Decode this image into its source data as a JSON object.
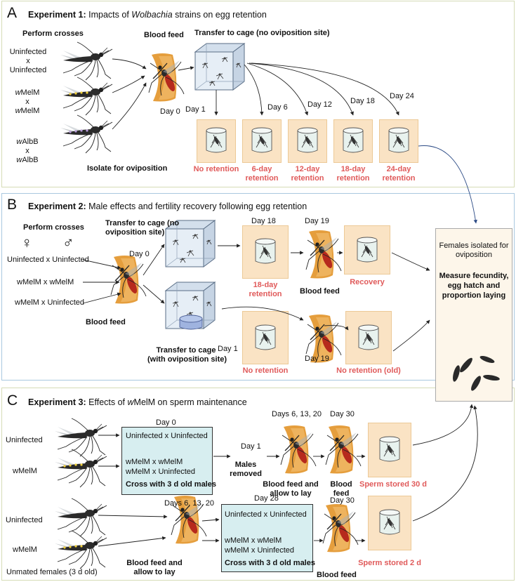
{
  "colors": {
    "tile_bg": "#fae3c4",
    "result_text": "#e05a5a",
    "blue_box": "#d7eef0",
    "panel_border_green": "#d5dcb6",
    "panel_border_blue": "#a9c8df",
    "mosquito_band_wmelm": "#f2d13a",
    "mosquito_band_walbb": "#b79ad8",
    "blood_abdomen": "#b62a1d"
  },
  "icons": [
    "mosquito-icon",
    "blood-feeding-mosquito-icon",
    "cage-icon",
    "oviposition-cup-icon",
    "egg-icon",
    "female-symbol-icon",
    "male-symbol-icon"
  ],
  "panel_a": {
    "letter": "A",
    "title_prefix": "Experiment 1:",
    "title_mid": " Impacts of ",
    "title_italic": "Wolbachia",
    "title_suffix": " strains on egg retention",
    "perform_crosses": "Perform crosses",
    "cross1_line1": "Uninfected",
    "cross1_x": "x",
    "cross1_line2": "Uninfected",
    "cross2_w": "w",
    "cross2_line1": "MelM",
    "cross2_x": "x",
    "cross2_line2": "MelM",
    "cross3_w": "w",
    "cross3_line1": "AlbB",
    "cross3_x": "x",
    "cross3_line2": "AlbB",
    "blood_feed": "Blood feed",
    "day0": "Day 0",
    "transfer": "Transfer to cage (no oviposition site)",
    "isolate": "Isolate for oviposition",
    "days": [
      "Day 1",
      "Day 6",
      "Day 12",
      "Day 18",
      "Day 24"
    ],
    "results": [
      "No retention",
      "6-day\nretention",
      "12-day\nretention",
      "18-day\nretention",
      "24-day\nretention"
    ]
  },
  "panel_b": {
    "letter": "B",
    "title_prefix": "Experiment 2:",
    "title_suffix": " Male effects and fertility recovery following egg retention",
    "perform_crosses": "Perform crosses",
    "female_symbol": "♀",
    "male_symbol": "♂",
    "cross1": "Uninfected x Uninfected",
    "cross2": "wMelM x wMelM",
    "cross3": "wMelM x Uninfected",
    "day0": "Day 0",
    "blood_feed": "Blood feed",
    "transfer_no_site": "Transfer to cage (no\noviposition site)",
    "transfer_with_site": "Transfer to cage\n(with oviposition site)",
    "day18": "Day 18",
    "day19_top": "Day 19",
    "day1": "Day 1",
    "day19_bottom": "Day 19",
    "retention_18": "18-day\nretention",
    "blood_feed_2": "Blood feed",
    "recovery": "Recovery",
    "no_retention": "No retention",
    "no_retention_old": "No retention (old)"
  },
  "output_box": {
    "isolated": "Females isolated for\noviposition",
    "measure": "Measure fecundity,\negg hatch and\nproportion laying"
  },
  "panel_c": {
    "letter": "C",
    "title_prefix": "Experiment 3:",
    "title_mid": " Effects of ",
    "title_italic": "w",
    "title_suffix": "MelM on sperm maintenance",
    "row1_uninfected": "Uninfected",
    "row1_wmelm": "wMelM",
    "day0": "Day 0",
    "box1_line1": "Uninfected x Uninfected",
    "box1_line2": "wMelM x wMelM",
    "box1_line3": "wMelM x Uninfected",
    "box1_bold": "Cross with 3 d old males",
    "day1": "Day 1",
    "males_removed": "Males\nremoved",
    "days_6_13_20": "Days 6, 13, 20",
    "day30": "Day 30",
    "blood_feed_lay": "Blood feed and\nallow to lay",
    "blood_feed": "Blood\nfeed",
    "sperm_30": "Sperm stored 30 d",
    "row2_uninfected": "Uninfected",
    "row2_wmelm": "wMelM",
    "unmated": "Unmated females (3 d old)",
    "days_6_13_20_b": "Days 6, 13, 20",
    "blood_feed_lay_b": "Blood feed and\nallow to lay",
    "day28": "Day 28",
    "box2_line1": "Uninfected x Uninfected",
    "box2_line2": "wMelM x wMelM",
    "box2_line3": "wMelM x Uninfected",
    "box2_bold": "Cross with 3 d old males",
    "day30_b": "Day 30",
    "blood_feed_b": "Blood feed",
    "sperm_2": "Sperm stored 2 d"
  }
}
